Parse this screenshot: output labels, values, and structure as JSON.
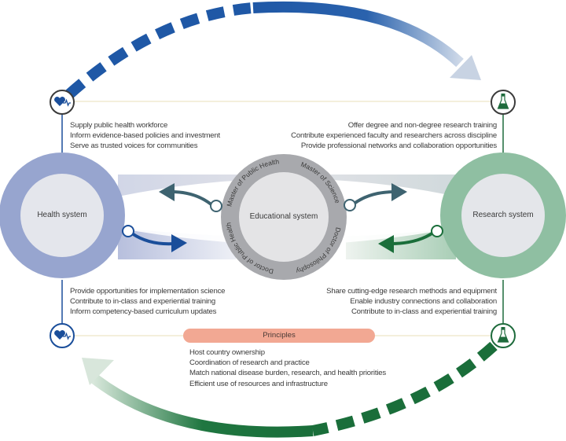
{
  "diagram": {
    "health_system": {
      "label": "Health system",
      "color": "#97a5cf",
      "inner_color": "#e4e6ec",
      "icon": "heart-pulse-icon",
      "accent": "#1a4e9a",
      "top_items": [
        "Supply public health workforce",
        "Inform evidence-based policies and investment",
        "Serve as trusted voices for communities"
      ],
      "bottom_items": [
        "Provide opportunities for implementation science",
        "Contribute to in-class and experiential training",
        "Inform competency-based curriculum updates"
      ]
    },
    "educational_system": {
      "label": "Educational system",
      "ring_color": "#a8a9ad",
      "inner_color": "#e4e4e6",
      "degrees": [
        "Master of Public Health",
        "Master of Science",
        "Doctor of Philosophy",
        "Doctor of Public Health"
      ]
    },
    "research_system": {
      "label": "Research system",
      "color": "#8fbfa2",
      "inner_color": "#e4e6ea",
      "icon": "flask-icon",
      "accent": "#1e6b3c",
      "top_items": [
        "Offer degree and non-degree research training",
        "Contribute experienced faculty and researchers across discipline",
        "Provide professional networks and collaboration opportunities"
      ],
      "bottom_items": [
        "Share cutting-edge research methods and equipment",
        "Enable industry connections and collaboration",
        "Contribute to in-class and experiential training"
      ]
    },
    "principles": {
      "title": "Principles",
      "color": "#f2a893",
      "items": [
        "Host country ownership",
        "Coordination of research and practice",
        "Match national disease burden, research, and health priorities",
        "Efficient use of resources and infrastructure"
      ]
    },
    "arrows": {
      "top_arc": {
        "from": "health-system",
        "to": "research-system",
        "color": "#1f58a6"
      },
      "bottom_arc": {
        "from": "research-system",
        "to": "health-system",
        "color": "#1a6e3a"
      },
      "edu_to_health": {
        "color": "#3e6370"
      },
      "health_to_edu": {
        "color": "#1a4e9a"
      },
      "edu_to_research": {
        "color": "#3e6370"
      },
      "research_to_edu": {
        "color": "#1a6e3a"
      }
    }
  }
}
